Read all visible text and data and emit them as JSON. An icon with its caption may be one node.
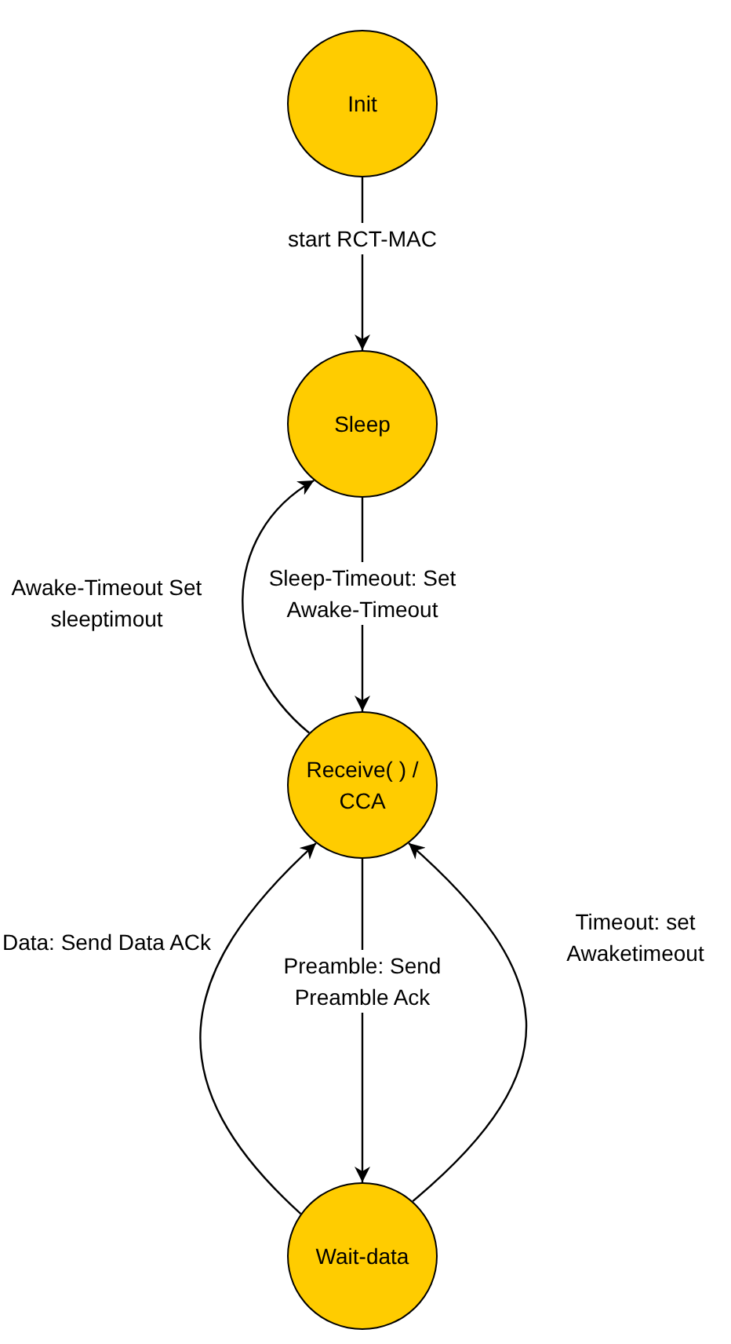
{
  "diagram": {
    "nodes": [
      {
        "text": [
          "Init"
        ]
      },
      {
        "text": [
          "Sleep"
        ]
      },
      {
        "text": [
          "Receive( ) / CCA"
        ]
      },
      {
        "text": [
          "Wait-data"
        ]
      }
    ],
    "edges": [
      {
        "from": 0,
        "to": 1,
        "arrow": "to",
        "label": "start RCT-MAC"
      },
      {
        "from": 1,
        "to": 2,
        "arrow": "to",
        "label": "Sleep-Timeout: Set Awake-Timeout"
      },
      {
        "from": 2,
        "to": 1,
        "arrow": "to",
        "label": "Awake-Timeout Set sleeptimout"
      },
      {
        "from": 2,
        "to": 3,
        "arrow": "to",
        "label": "Preamble: Send Preamble Ack"
      },
      {
        "from": 3,
        "to": 2,
        "arrow": "to",
        "label": "Data: Send Data ACk"
      },
      {
        "from": 3,
        "to": 2,
        "arrow": "to",
        "label": "Timeout: set Awaketimeout"
      }
    ]
  }
}
